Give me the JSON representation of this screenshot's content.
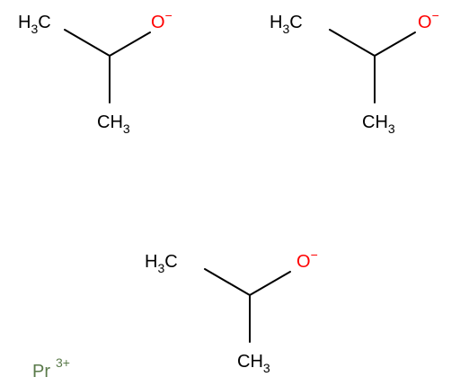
{
  "molecules": [
    {
      "methyl_top": {
        "element": "H",
        "count": "3",
        "carbon": "C"
      },
      "oxygen": {
        "element": "O",
        "charge": "−"
      },
      "methyl_bottom": {
        "element": "C",
        "hydrogen": "H",
        "count": "3"
      }
    },
    {
      "methyl_top": {
        "element": "H",
        "count": "3",
        "carbon": "C"
      },
      "oxygen": {
        "element": "O",
        "charge": "−"
      },
      "methyl_bottom": {
        "element": "C",
        "hydrogen": "H",
        "count": "3"
      }
    },
    {
      "methyl_top": {
        "element": "H",
        "count": "3",
        "carbon": "C"
      },
      "oxygen": {
        "element": "O",
        "charge": "−"
      },
      "methyl_bottom": {
        "element": "C",
        "hydrogen": "H",
        "count": "3"
      }
    }
  ],
  "metal": {
    "element": "Pr",
    "charge": "3+"
  },
  "colors": {
    "bond": "#000000",
    "carbon": "#000000",
    "oxygen": "#ff0000",
    "metal": "#5a7a4a"
  }
}
